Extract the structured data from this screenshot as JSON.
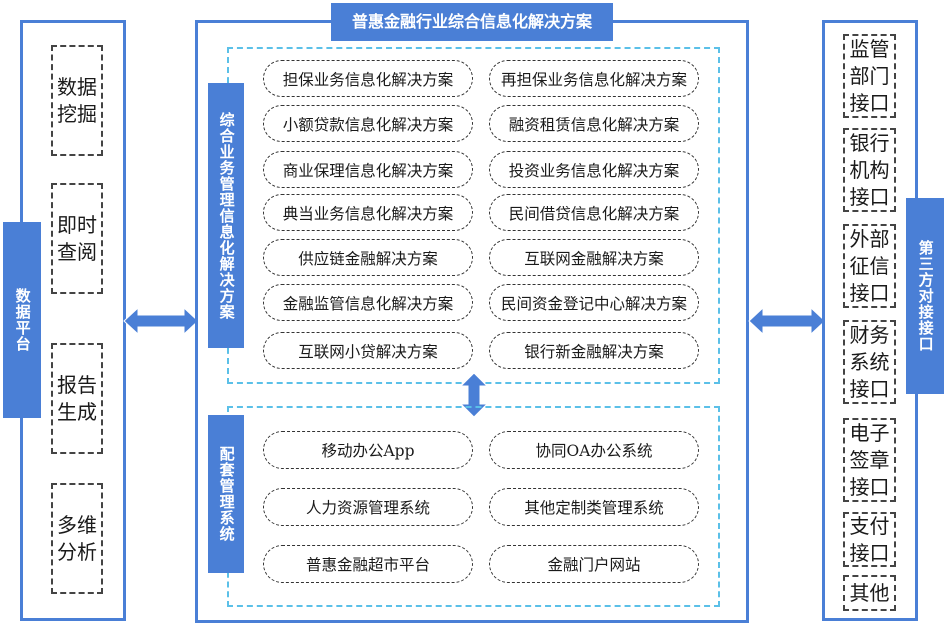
{
  "title": "普惠金融行业综合信息化解决方案",
  "left_panel": {
    "label": "数据平台",
    "items": [
      "数据挖掘",
      "即时查阅",
      "报告生成",
      "多维分析"
    ]
  },
  "upper_section": {
    "label": "综合业务管理信息化解决方案",
    "solutions": [
      "担保业务信息化解决方案",
      "再担保业务信息化解决方案",
      "小额贷款信息化解决方案",
      "融资租赁信息化解决方案",
      "商业保理信息化解决方案",
      "投资业务信息化解决方案",
      "典当业务信息化解决方案",
      "民间借贷信息化解决方案",
      "供应链金融解决方案",
      "互联网金融解决方案",
      "金融监管信息化解决方案",
      "民间资金登记中心解决方案",
      "互联网小贷解决方案",
      "银行新金融解决方案"
    ]
  },
  "lower_section": {
    "label": "配套管理系统",
    "systems": [
      "移动办公App",
      "协同OA办公系统",
      "人力资源管理系统",
      "其他定制类管理系统",
      "普惠金融超市平台",
      "金融门户网站"
    ]
  },
  "right_panel": {
    "label": "第三方对接接口",
    "items": [
      "监管部门接口",
      "银行机构接口",
      "外部征信接口",
      "财务系统接口",
      "电子签章接口",
      "支付接口",
      "其他"
    ]
  },
  "colors": {
    "accent": "#4a7fd6",
    "dash": "#5bc0e8"
  }
}
